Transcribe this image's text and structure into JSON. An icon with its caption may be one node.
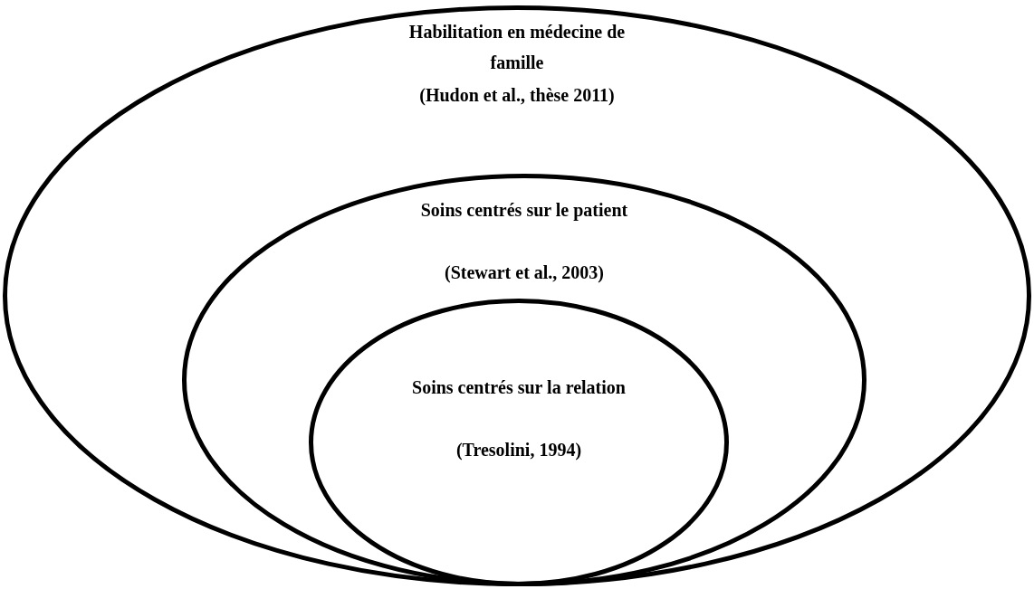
{
  "diagram": {
    "nodes": [
      {
        "text": [
          "Habilitation en médecine de famille",
          "(Hudon et al., thèse 2011)"
        ]
      },
      {
        "text": [
          "Soins centrés sur le patient",
          "(Stewart et al., 2003)"
        ],
        "in": 0
      },
      {
        "text": [
          "Soins centrés sur la relation",
          "(Tresolini, 1994)"
        ],
        "in": 1
      }
    ]
  }
}
